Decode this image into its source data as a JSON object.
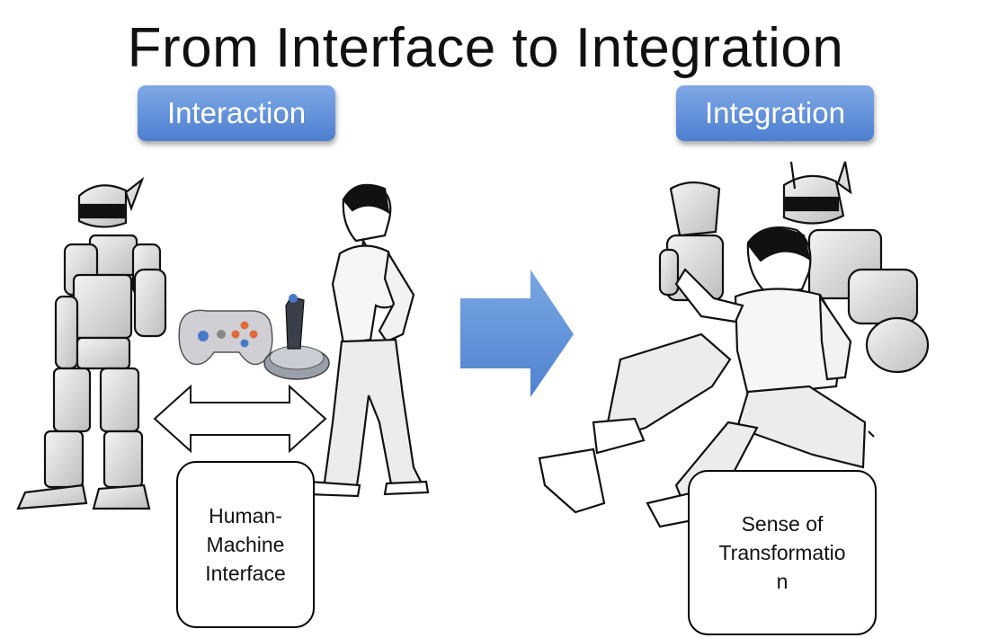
{
  "title": "From Interface to Integration",
  "labels": {
    "left_pill": "Interaction",
    "right_pill": "Integration",
    "left_box": "Human-\nMachine\nInterface",
    "right_box": "Sense of\nTransformatio\nn"
  },
  "icons": {
    "robot_left": "robot-standing-illustration",
    "human_left": "human-standing-illustration",
    "gamepad": "gamepad-icon",
    "joystick": "joystick-icon",
    "double_arrow": "double-headed-arrow-icon",
    "big_arrow": "right-arrow-icon",
    "integrated_figure": "human-in-robot-illustration"
  },
  "colors": {
    "pill_top": "#7fa8e6",
    "pill_bottom": "#4d7fd0",
    "arrow": "#6a9bdc"
  }
}
